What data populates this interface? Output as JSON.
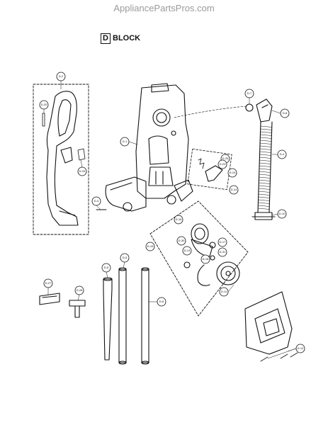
{
  "watermark": "AppliancePartsPros.com",
  "block": {
    "letter": "D",
    "word": "BLOCK"
  },
  "callouts": [
    {
      "id": "c-d2",
      "text": "D-2"
    },
    {
      "id": "c-d20",
      "text": "D-20"
    },
    {
      "id": "c-d29",
      "text": "D-29"
    },
    {
      "id": "c-d3",
      "text": "D-3"
    },
    {
      "id": "c-d1",
      "text": "D-1"
    },
    {
      "id": "c-d7",
      "text": "D-7"
    },
    {
      "id": "c-d8",
      "text": "D-8"
    },
    {
      "id": "c-d4",
      "text": "D-4"
    },
    {
      "id": "c-d10",
      "text": "D-10"
    },
    {
      "id": "c-d25",
      "text": "D-25"
    },
    {
      "id": "c-d23",
      "text": "D-23"
    },
    {
      "id": "c-d24",
      "text": "D-24"
    },
    {
      "id": "c-d14",
      "text": "D-14"
    },
    {
      "id": "c-d16",
      "text": "D-16"
    },
    {
      "id": "c-d30",
      "text": "D-30"
    },
    {
      "id": "c-d17",
      "text": "D-17"
    },
    {
      "id": "c-d13",
      "text": "D-13"
    },
    {
      "id": "c-d31",
      "text": "D-31"
    },
    {
      "id": "c-d18",
      "text": "D-18"
    },
    {
      "id": "c-d11",
      "text": "D-11"
    },
    {
      "id": "c-d5",
      "text": "D-5"
    },
    {
      "id": "c-d5b",
      "text": "D-5"
    },
    {
      "id": "c-d6",
      "text": "D-6"
    },
    {
      "id": "c-d27",
      "text": "D-27"
    },
    {
      "id": "c-d28",
      "text": "D-28"
    },
    {
      "id": "c-d15",
      "text": "D-15"
    },
    {
      "id": "c-d12",
      "text": "D-12"
    }
  ]
}
